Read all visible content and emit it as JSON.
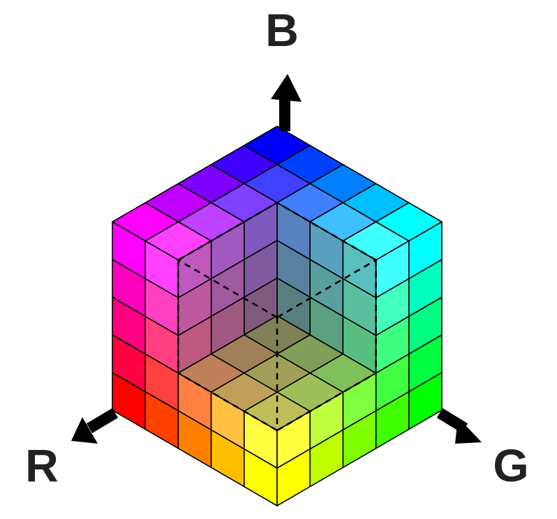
{
  "diagram": {
    "axes": {
      "blue": {
        "label": "B",
        "color": "#0000ff"
      },
      "red": {
        "label": "R",
        "color": "#ff0000"
      },
      "green": {
        "label": "G",
        "color": "#00ff00"
      }
    },
    "grid_cells_per_side": 5,
    "cutout_cells_per_side": 3,
    "line_color": "#000000"
  }
}
